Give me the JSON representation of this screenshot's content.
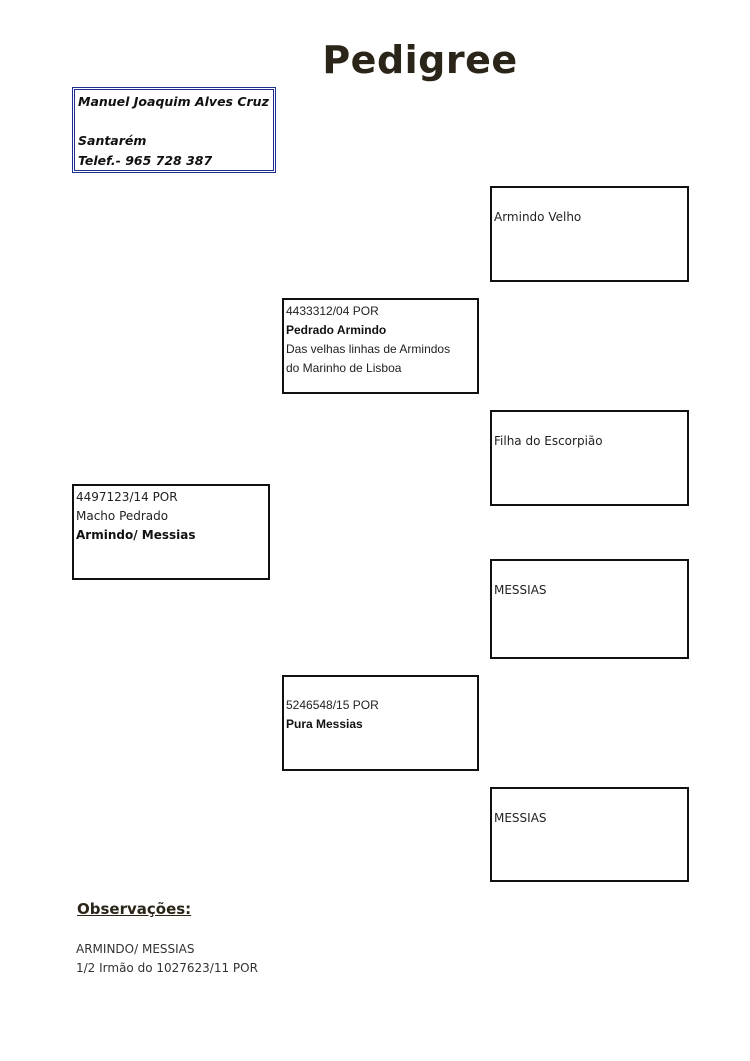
{
  "title": "Pedigree",
  "owner": {
    "name": "Manuel Joaquim Alves Cruz",
    "city": "Santarém",
    "phone": "Telef.- 965 728 387"
  },
  "subject": {
    "ring": "4497123/14 POR",
    "name": "Macho Pedrado",
    "line": "Armindo/ Messias"
  },
  "sire": {
    "ring": "4433312/04 POR",
    "name": "Pedrado Armindo",
    "note_1": "Das velhas linhas de Armindos",
    "note_2": "do Marinho de Lisboa"
  },
  "dam": {
    "ring": "5246548/15 POR",
    "name": "Pura  Messias"
  },
  "sire_sire": {
    "name": "Armindo Velho"
  },
  "sire_dam": {
    "name": "Filha do Escorpião"
  },
  "dam_sire": {
    "name": "MESSIAS"
  },
  "dam_dam": {
    "name": "MESSIAS"
  },
  "observations": {
    "heading": "Observações:",
    "line_1": "ARMINDO/ MESSIAS",
    "line_2": "1/2 Irmão do 1027623/11 POR"
  },
  "colors": {
    "owner_border": "#1f2f8f",
    "box_border": "#111111"
  }
}
